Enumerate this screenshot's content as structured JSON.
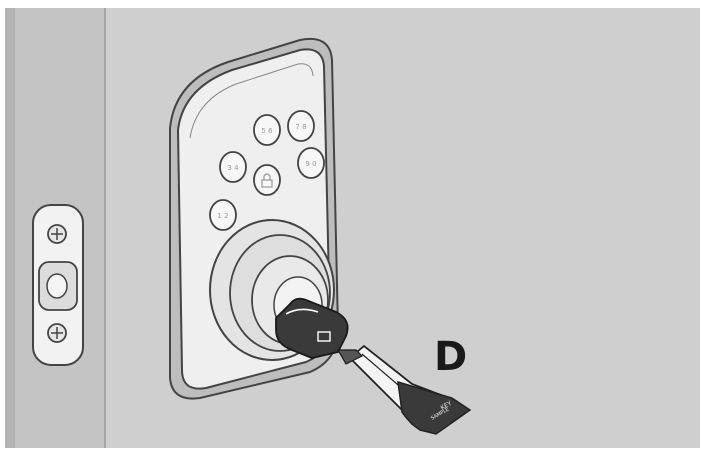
{
  "step_label": "D",
  "keypad": {
    "buttons": [
      {
        "label": "5 6"
      },
      {
        "label": "7 8"
      },
      {
        "label": "3 4"
      },
      {
        "label": "lock"
      },
      {
        "label": "9 0"
      },
      {
        "label": "1 2"
      }
    ]
  },
  "key": {
    "blade_text_1": "KEY",
    "blade_text_2": "SAMPLE"
  },
  "colors": {
    "wall": "#cfcfcf",
    "door_edge": "#c3c3c3",
    "door_edge_shadow": "#b3b3b3",
    "lock_body": "#ededed",
    "outline": "#444444",
    "key_head": "#333333"
  }
}
